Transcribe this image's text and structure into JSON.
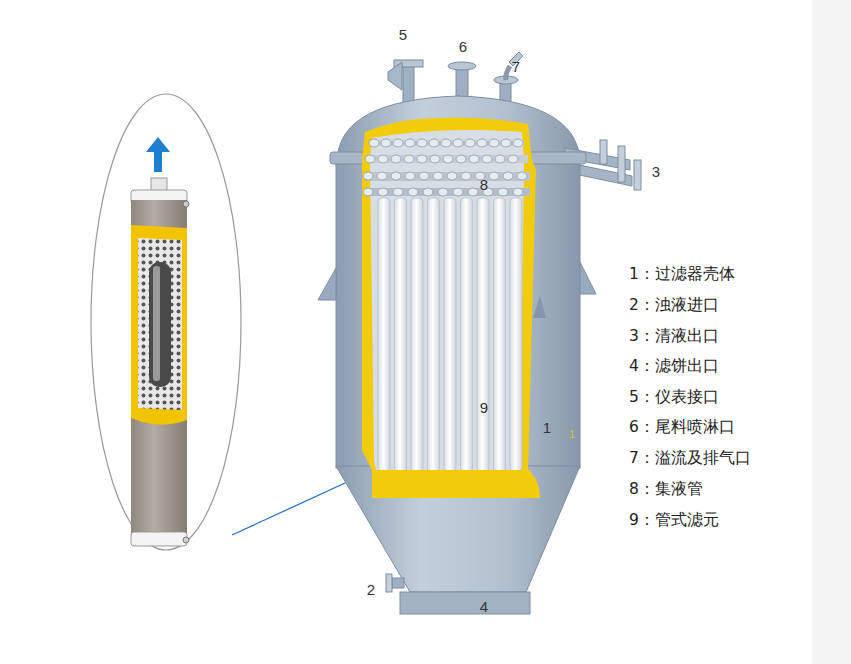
{
  "diagram": {
    "labels": [
      "5",
      "6",
      "7",
      "3",
      "8",
      "9",
      "1",
      "1",
      "2",
      "4",
      "1：过滤器壳体",
      "2：浊液进口",
      "3：清液出口",
      "4：滤饼出口",
      "5：仪表接口",
      "6：尾料喷淋口",
      "7：溢流及排气口",
      "8：集液管",
      "9：管式滤元"
    ]
  }
}
